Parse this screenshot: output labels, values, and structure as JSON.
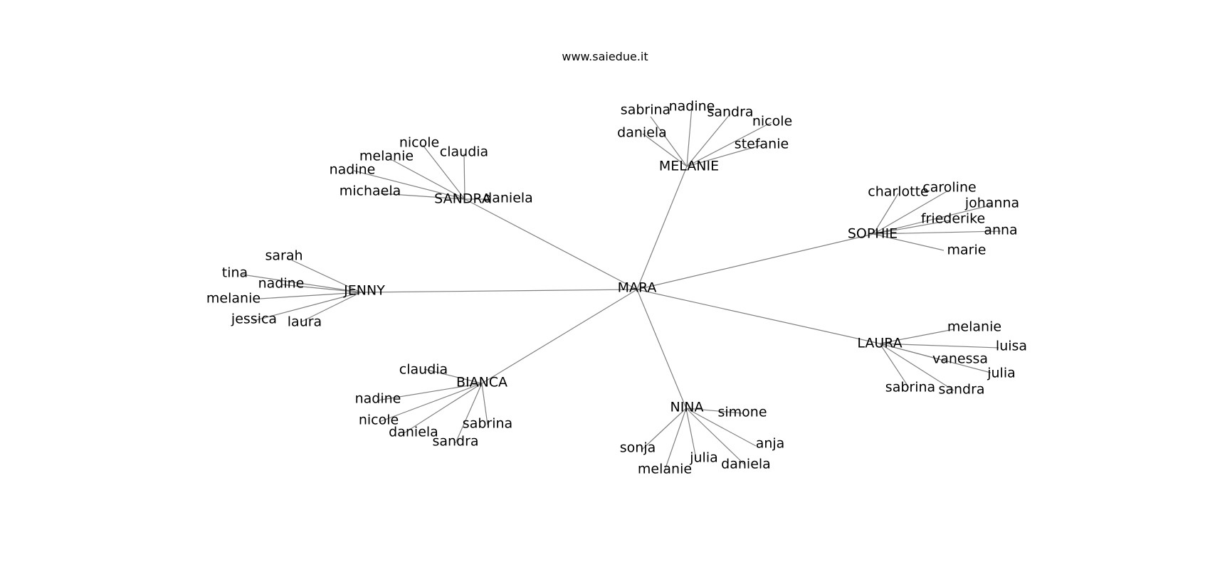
{
  "site": "www.saiedue.it",
  "center": "MARA",
  "groups": [
    {
      "hub": "MELANIE",
      "leaves": [
        "sabrina",
        "nadine",
        "sandra",
        "nicole",
        "daniela",
        "stefanie"
      ]
    },
    {
      "hub": "SANDRA",
      "leaves": [
        "nicole",
        "claudia",
        "melanie",
        "nadine",
        "michaela",
        "daniela"
      ]
    },
    {
      "hub": "SOPHIE",
      "leaves": [
        "charlotte",
        "caroline",
        "johanna",
        "friederike",
        "anna",
        "marie"
      ]
    },
    {
      "hub": "JENNY",
      "leaves": [
        "sarah",
        "tina",
        "nadine",
        "melanie",
        "jessica",
        "laura"
      ]
    },
    {
      "hub": "LAURA",
      "leaves": [
        "melanie",
        "luisa",
        "vanessa",
        "julia",
        "sabrina",
        "sandra"
      ]
    },
    {
      "hub": "BIANCA",
      "leaves": [
        "claudia",
        "nadine",
        "nicole",
        "daniela",
        "sandra",
        "sabrina"
      ]
    },
    {
      "hub": "NINA",
      "leaves": [
        "simone",
        "anja",
        "sonja",
        "melanie",
        "julia",
        "daniela"
      ]
    }
  ]
}
